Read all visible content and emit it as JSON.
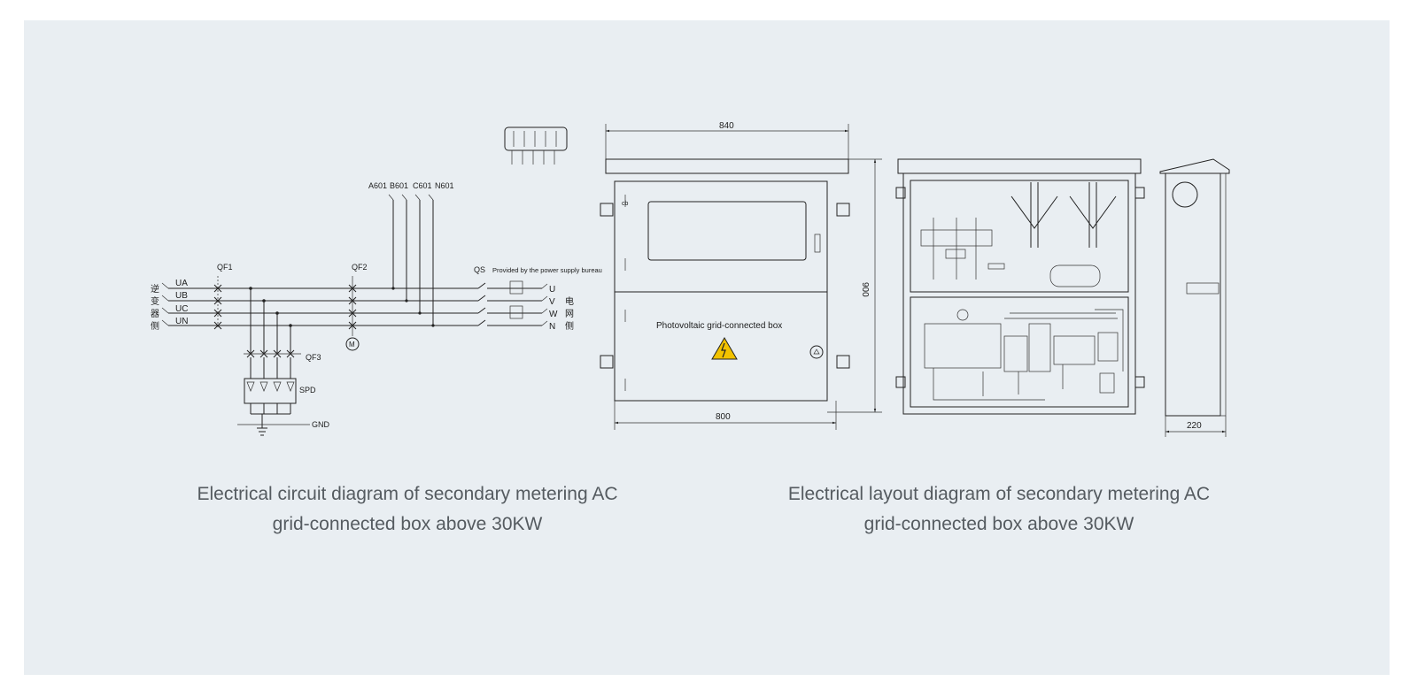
{
  "circuit": {
    "qf1": "QF1",
    "qf2": "QF2",
    "qf3": "QF3",
    "qs": "QS",
    "spd": "SPD",
    "gnd": "GND",
    "meter": "M",
    "ua": "UA",
    "ub": "UB",
    "uc": "UC",
    "un": "UN",
    "a601": "A601",
    "b601": "B601",
    "c601": "C601",
    "n601": "N601",
    "u": "U",
    "v": "V",
    "w": "W",
    "n": "N",
    "supply_note": "Provided by the power supply bureau",
    "left_side_chars": [
      "逆",
      "变",
      "器",
      "侧"
    ],
    "right_side_chars": [
      "电",
      "网",
      "侧"
    ]
  },
  "layout": {
    "dim_width_top": "840",
    "dim_width_bottom": "800",
    "dim_height": "900",
    "dim_depth": "220",
    "box_label": "Photovoltaic grid-connected box"
  },
  "captions": {
    "left": "Electrical circuit diagram of secondary metering AC grid-connected box above 30KW",
    "right": "Electrical layout diagram of secondary metering AC grid-connected box above 30KW"
  },
  "colors": {
    "background": "#e9eef2",
    "line": "#222222",
    "warning": "#f2c200"
  }
}
